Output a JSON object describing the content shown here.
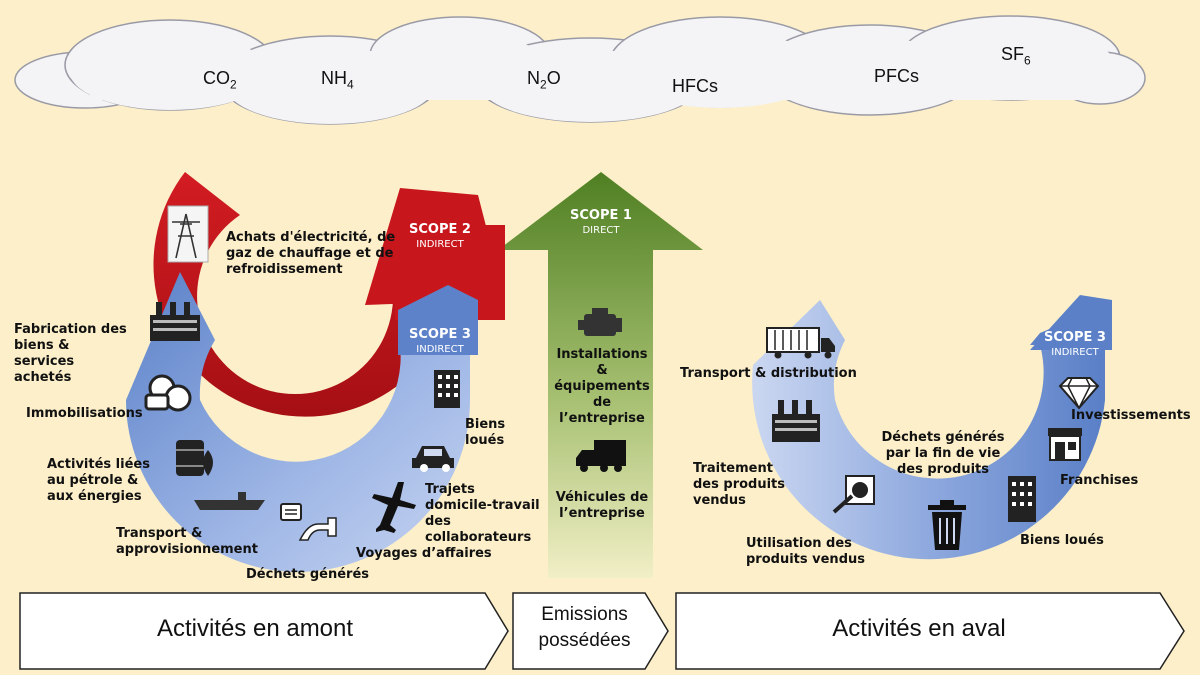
{
  "gases": {
    "co2": {
      "base": "CO",
      "sub": "2"
    },
    "nh4": {
      "base": "NH",
      "sub": "4"
    },
    "n2o": {
      "base": "N",
      "sub": "2",
      "rest": "O"
    },
    "hfcs": "HFCs",
    "pfcs": "PFCs",
    "sf6": {
      "base": "SF",
      "sub": "6"
    }
  },
  "scopes": {
    "scope2": {
      "name": "SCOPE 2",
      "kind": "INDIRECT"
    },
    "scope1": {
      "name": "SCOPE 1",
      "kind": "DIRECT"
    },
    "scope3_up": {
      "name": "SCOPE 3",
      "kind": "INDIRECT"
    },
    "scope3_down": {
      "name": "SCOPE 3",
      "kind": "INDIRECT"
    }
  },
  "scope2_label": "Achats d'électricité, de gaz de chauffage et de refroidissement",
  "upstream": {
    "fabrication": "Fabrication des biens & services achetés",
    "immobilisations": "Immobilisations",
    "energie": "Activités liées au pétrole & aux énergies",
    "transport": "Transport & approvisionnement",
    "dechets": "Déchets générés",
    "voyages": "Voyages d’affaires",
    "trajets": "Trajets domicile-travail des collaborateurs",
    "biens_loues": "Biens loués"
  },
  "direct": {
    "installations": "Installations & équipements de l’entreprise",
    "vehicules": "Véhicules de l’entreprise"
  },
  "downstream": {
    "transport": "Transport & distribution",
    "traitement": "Traitement des produits vendus",
    "utilisation": "Utilisation des produits vendus",
    "fin_de_vie": "Déchets générés par la fin de vie des produits",
    "biens_loues": "Biens loués",
    "franchises": "Franchises",
    "investissements": "Investissements"
  },
  "bars": {
    "amont": "Activités en amont",
    "emissions_line1": "Emissions",
    "emissions_line2": "possédées",
    "aval": "Activités en aval"
  },
  "colors": {
    "background": "#fcefc9",
    "scope2_red": "#c8161d",
    "scope1_green": "#5e8a2c",
    "scope3_blue": "#6a8fd0",
    "cloud": "#f4f4f6"
  }
}
